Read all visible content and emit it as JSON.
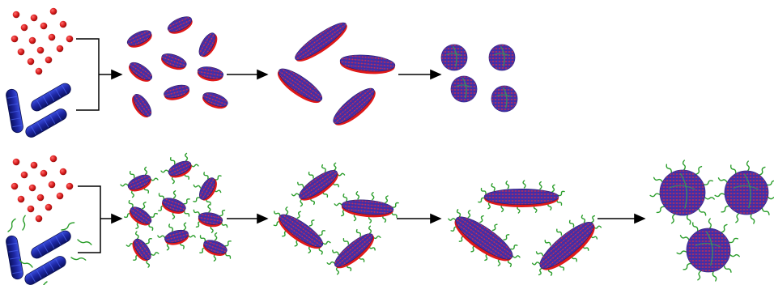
{
  "figure": {
    "rows": [
      {
        "id": "top-row",
        "stages": [
          "reactants",
          "small-ellipsoids",
          "elongated-ellipsoids",
          "spherical-particles"
        ],
        "has_ligands": false
      },
      {
        "id": "bottom-row",
        "stages": [
          "reactants-with-ligands",
          "small-ellipsoids",
          "elongated-ellipsoids",
          "flattened-ellipsoids",
          "spherical-particles"
        ],
        "has_ligands": true
      }
    ],
    "colors": {
      "background": "#ffffff",
      "red_bead": "#d81a1a",
      "rod_blue": "#1f2aa8",
      "particle_core": "#5a2a9a",
      "particle_rim": "#e01818",
      "ligand": "#2c9e2c",
      "arrow": "#000000"
    }
  }
}
